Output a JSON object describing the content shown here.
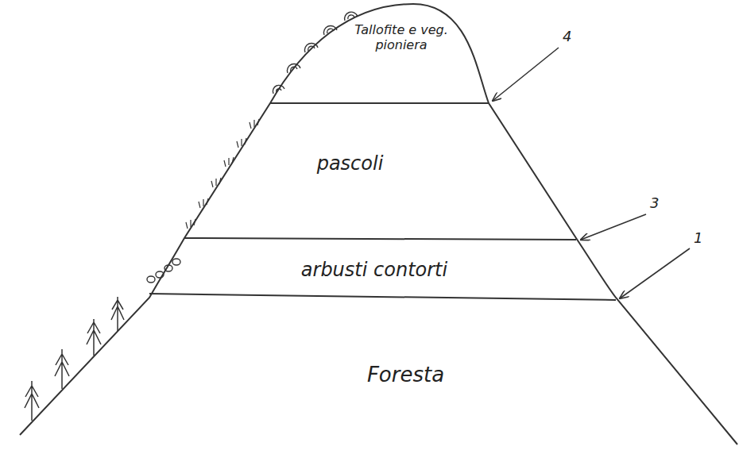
{
  "diagram": {
    "nodes": [
      {
        "text": [
          "Tallofite e veg. pioniera"
        ]
      },
      {
        "text": [
          "pascoli"
        ]
      },
      {
        "text": [
          "arbusti contorti"
        ]
      },
      {
        "text": [
          "Foresta"
        ]
      }
    ],
    "labels": [
      "4",
      "3",
      "1"
    ]
  }
}
